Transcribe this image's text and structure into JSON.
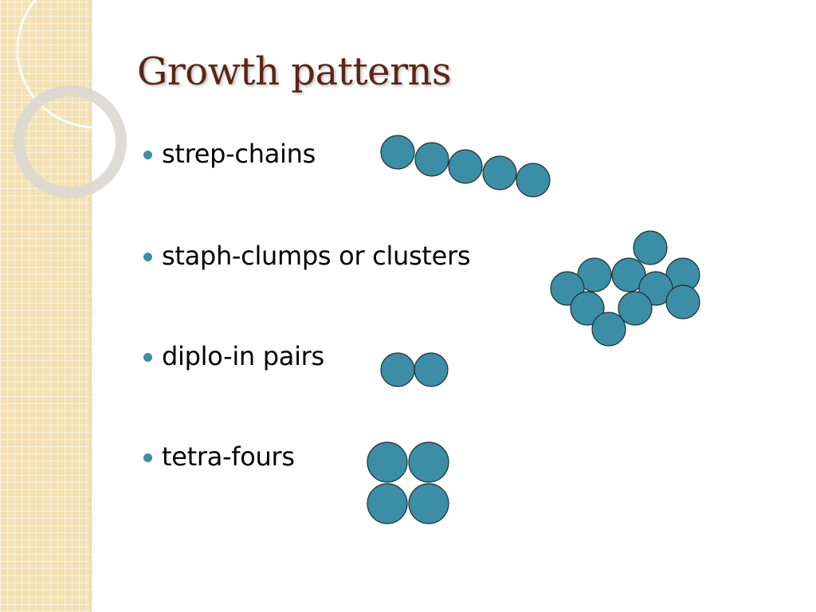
{
  "slide": {
    "title": "Growth patterns",
    "accent_color": "#3b8ea5",
    "title_color": "#5b2416",
    "bullets": [
      {
        "label": "strep-chains",
        "diagram": "chain"
      },
      {
        "label": "staph-clumps or clusters",
        "diagram": "cluster"
      },
      {
        "label": "diplo-in pairs",
        "diagram": "pair"
      },
      {
        "label": "tetra-fours",
        "diagram": "tetrad"
      }
    ]
  }
}
